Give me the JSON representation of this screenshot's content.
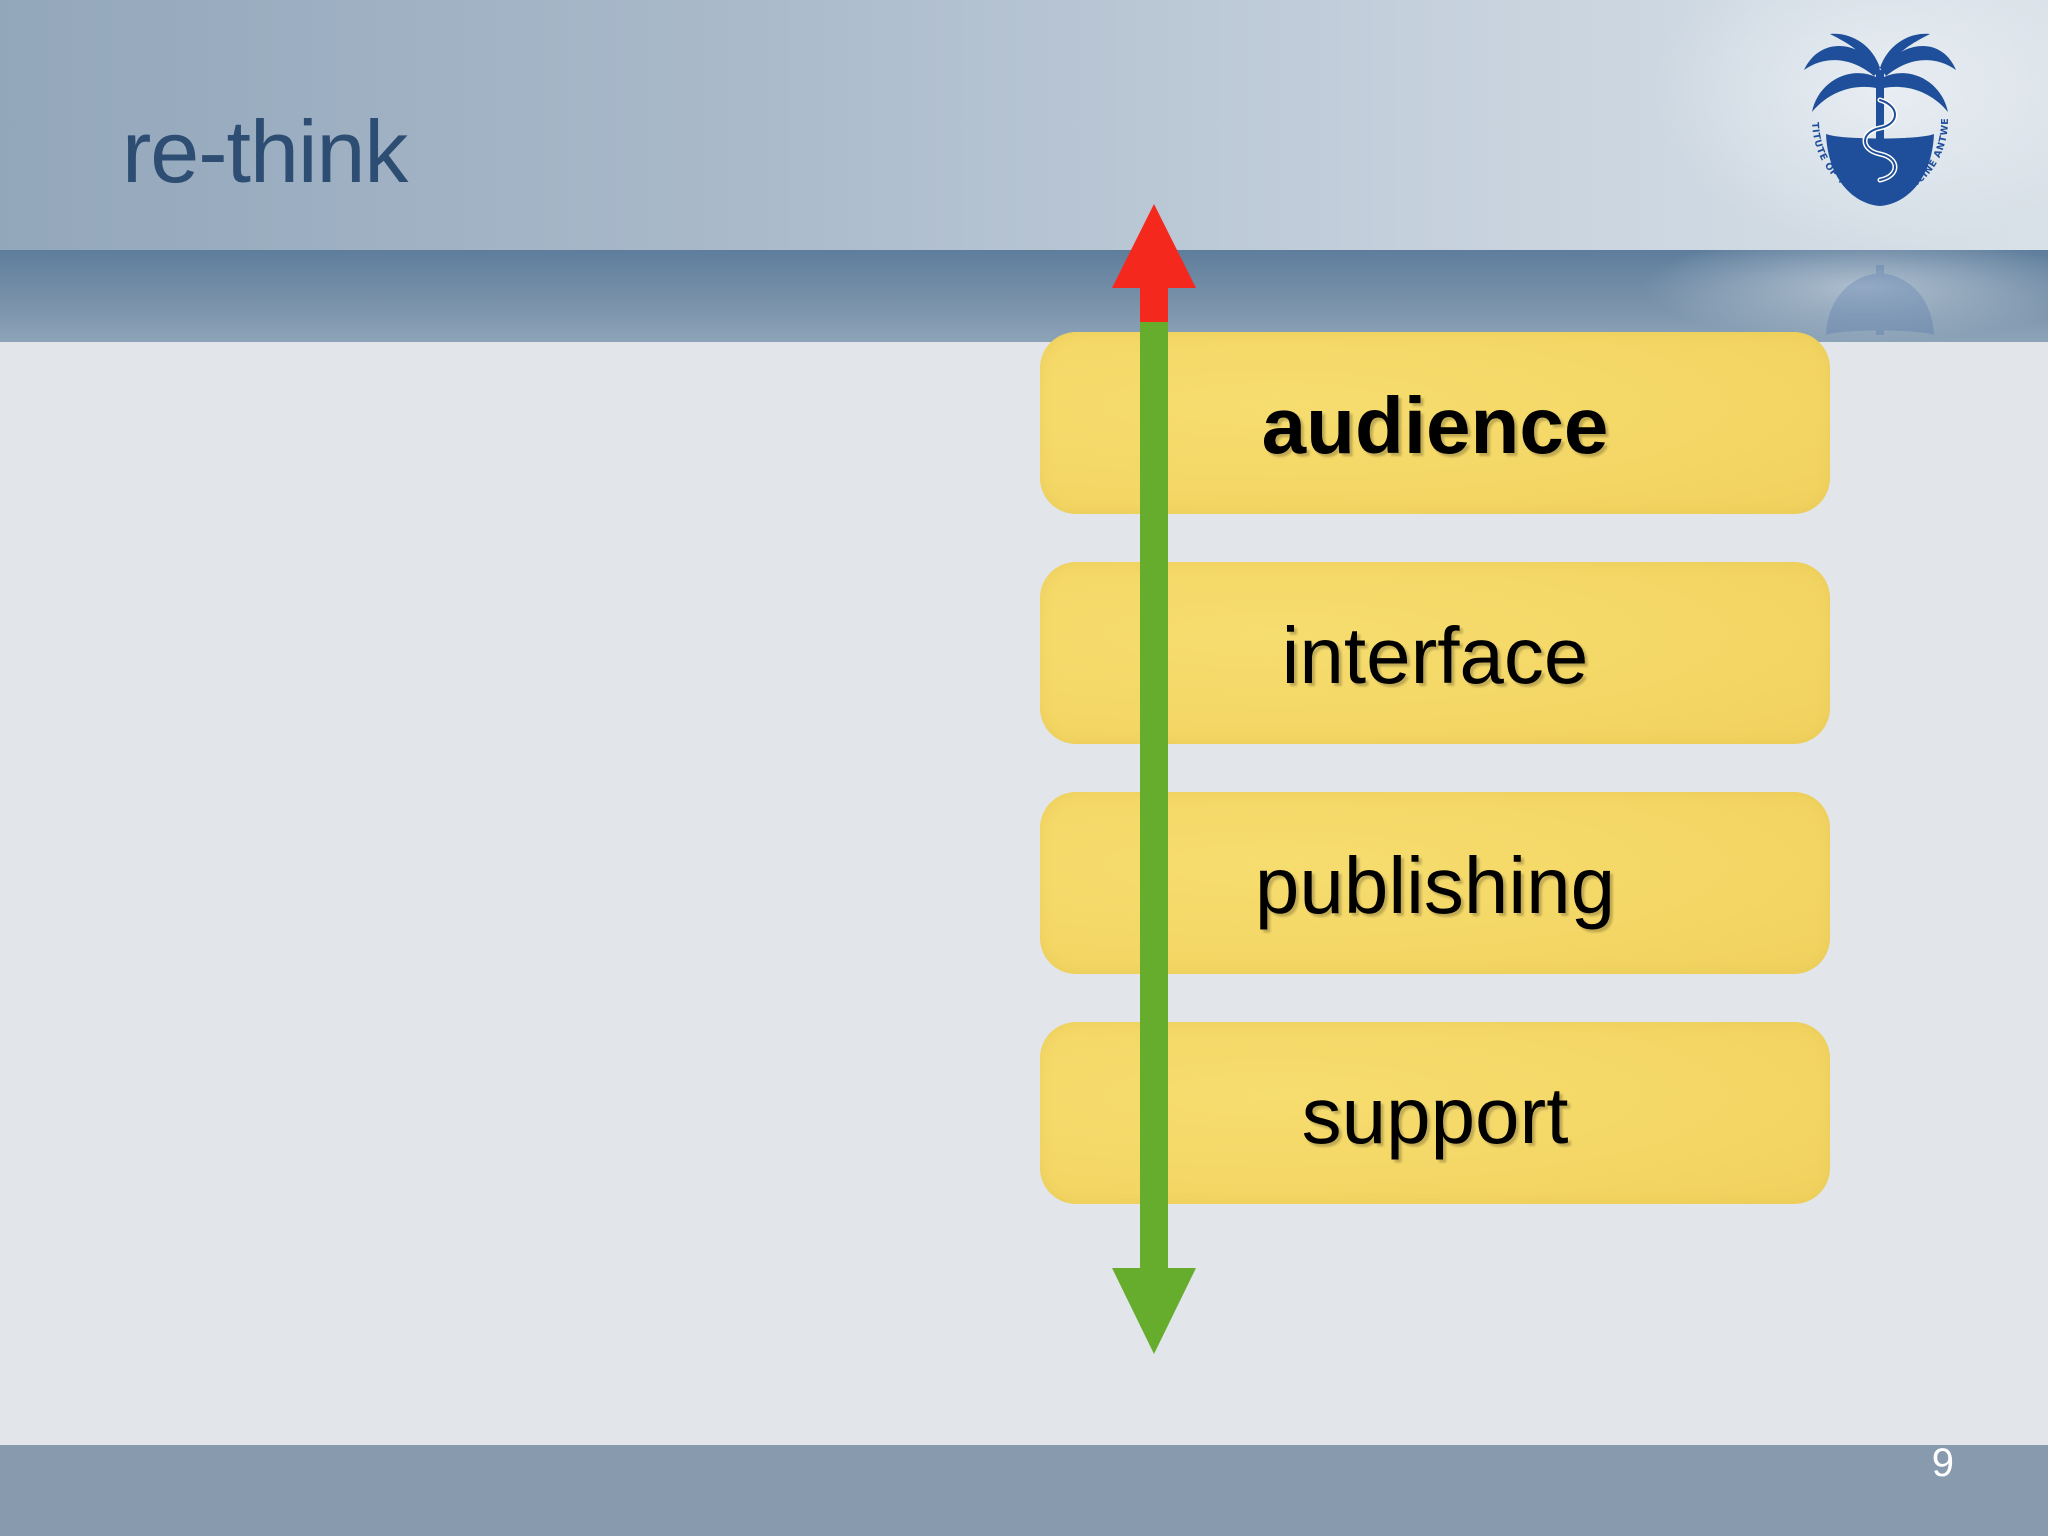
{
  "slide": {
    "title": "re-think",
    "page_number": "9"
  },
  "logo": {
    "name": "INSTITUTE OF TROPICAL MEDICINE ANTWERP",
    "icon": "palm-tree-serpent-staff-icon",
    "color": "#1f4f9a"
  },
  "stack": {
    "items": [
      {
        "label": "audience",
        "bold": true
      },
      {
        "label": "interface",
        "bold": false
      },
      {
        "label": "publishing",
        "bold": false
      },
      {
        "label": "support",
        "bold": false
      }
    ],
    "box_color": "#f4d766"
  },
  "arrow": {
    "top_color": "#f5281e",
    "bottom_color": "#66ad2e"
  },
  "colors": {
    "title": "#2e4d72",
    "footer": "#889bae"
  }
}
